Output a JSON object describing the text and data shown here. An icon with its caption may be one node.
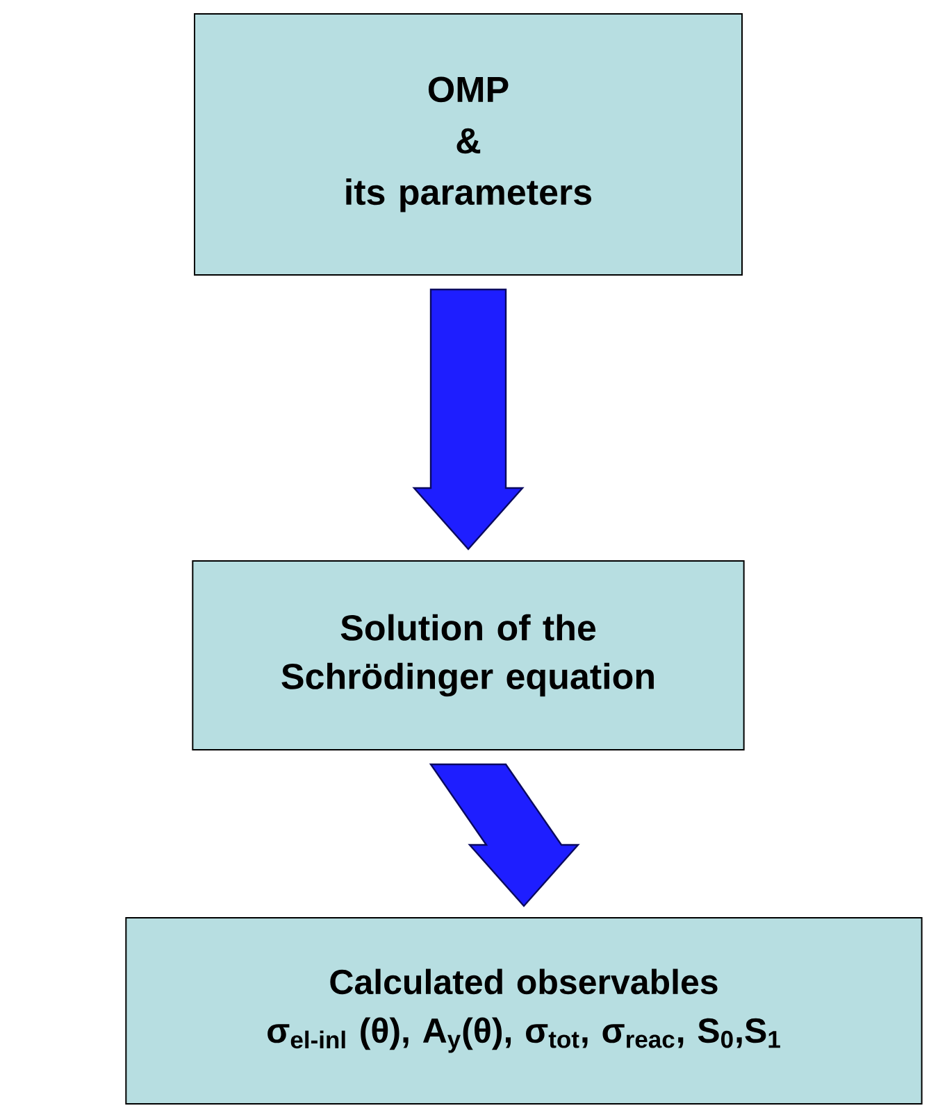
{
  "diagram": {
    "nodes": [
      {
        "text": [
          "OMP",
          "&",
          "its parameters"
        ]
      },
      {
        "text": [
          "Solution of the Schrödinger equation"
        ]
      },
      {
        "text": [
          "Calculated observables",
          "σ$_{el-inl}$ (θ), A$_{y}$(θ), σ$_{tot}$, σ$_{reac}$, S$_{0}$,S$_{1}$"
        ]
      }
    ],
    "edges": [
      {
        "from": 0,
        "to": 1,
        "arrow": "to"
      },
      {
        "from": 1,
        "to": 2,
        "arrow": "to"
      }
    ]
  }
}
